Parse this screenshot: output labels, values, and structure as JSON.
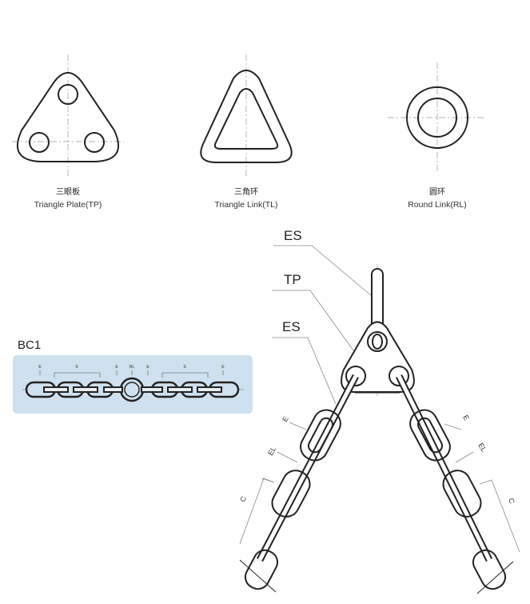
{
  "components": [
    {
      "name_cn": "三眼板",
      "name_en": "Triangle Plate(TP)"
    },
    {
      "name_cn": "三角环",
      "name_en": "Triangle Link(TL)"
    },
    {
      "name_cn": "圆环",
      "name_en": "Round Link(RL)"
    }
  ],
  "bc1": {
    "title": "BC1",
    "labels": [
      "E",
      "S",
      "E",
      "RL",
      "E",
      "S",
      "E"
    ],
    "background": "#cfe0ee"
  },
  "assembly": {
    "callouts": [
      "ES",
      "TP",
      "ES"
    ],
    "left_labels": [
      "E",
      "EL",
      "C"
    ],
    "right_labels": [
      "E",
      "EL",
      "C"
    ]
  }
}
